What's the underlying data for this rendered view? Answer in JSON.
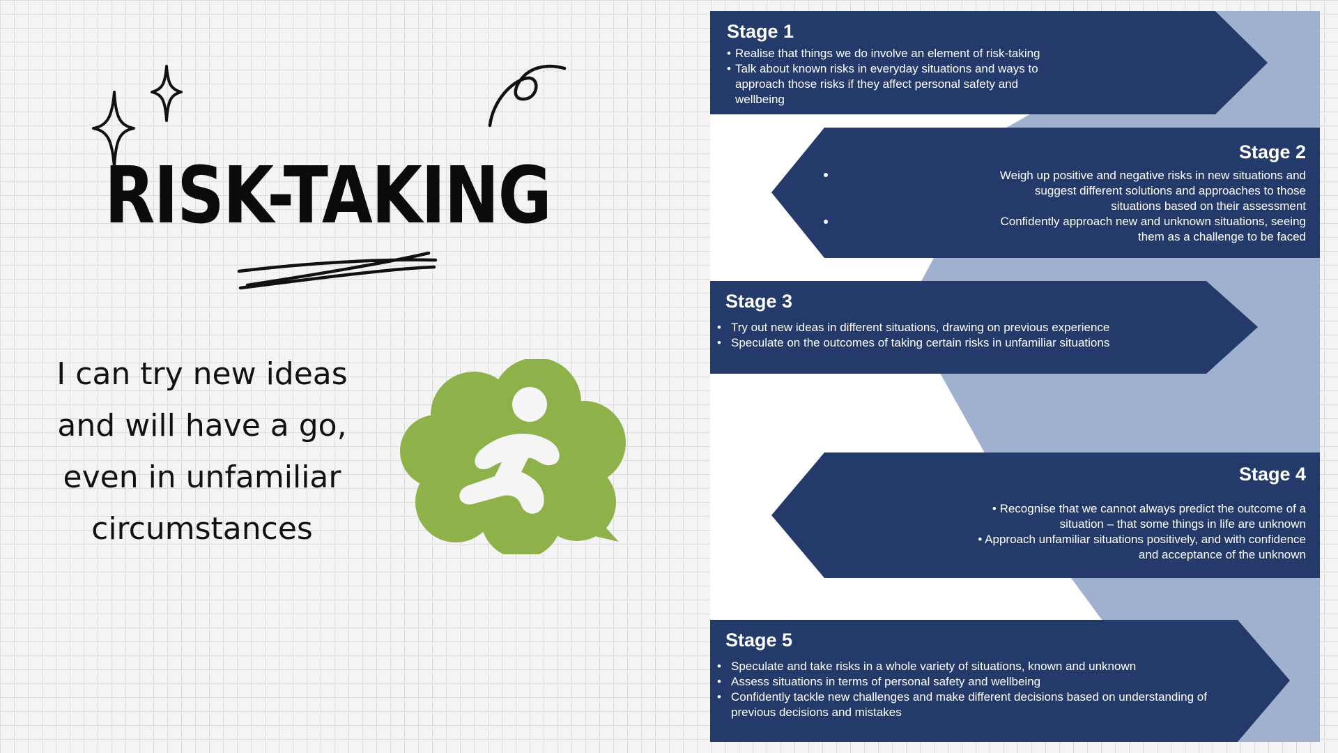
{
  "title": "RISK-TAKING",
  "statement": {
    "lines": [
      "I can try new ideas",
      "and will have a go,",
      "even in unfamiliar",
      "circumstances"
    ]
  },
  "icons": {
    "sparkle": "sparkle-icon",
    "swirl": "swirl-icon",
    "underline": "scribble-underline-icon",
    "risk": "running-person-speech-bubble-icon"
  },
  "colors": {
    "navy": "#243a6a",
    "light_blue": "#9fb1cf",
    "green": "#8fb14a",
    "ink": "#0b0b0b"
  },
  "stages": [
    {
      "title": "Stage 1",
      "bullets": [
        "Realise that things we do involve an element of risk-taking",
        "Talk about known risks in everyday situations and ways to approach those risks if they affect personal safety and wellbeing"
      ]
    },
    {
      "title": "Stage 2",
      "bullets": [
        "Weigh up positive and negative risks in new situations and suggest different solutions and approaches to those situations based on their assessment",
        "Confidently approach new and unknown situations, seeing them as a challenge to be faced"
      ]
    },
    {
      "title": "Stage 3",
      "bullets": [
        "Try out new ideas in different situations, drawing on previous experience",
        "Speculate on the outcomes of taking certain risks in unfamiliar situations"
      ]
    },
    {
      "title": "Stage 4",
      "bullets": [
        "Recognise that we cannot always predict the outcome of a situation – that some things in life are unknown",
        "Approach unfamiliar situations positively, and with confidence and acceptance of the unknown"
      ]
    },
    {
      "title": "Stage 5",
      "bullets": [
        "Speculate and take risks in a whole variety of situations, known and unknown",
        "Assess situations in terms of personal safety and wellbeing",
        "Confidently tackle new challenges and make different decisions based on understanding of previous decisions and mistakes"
      ]
    }
  ]
}
